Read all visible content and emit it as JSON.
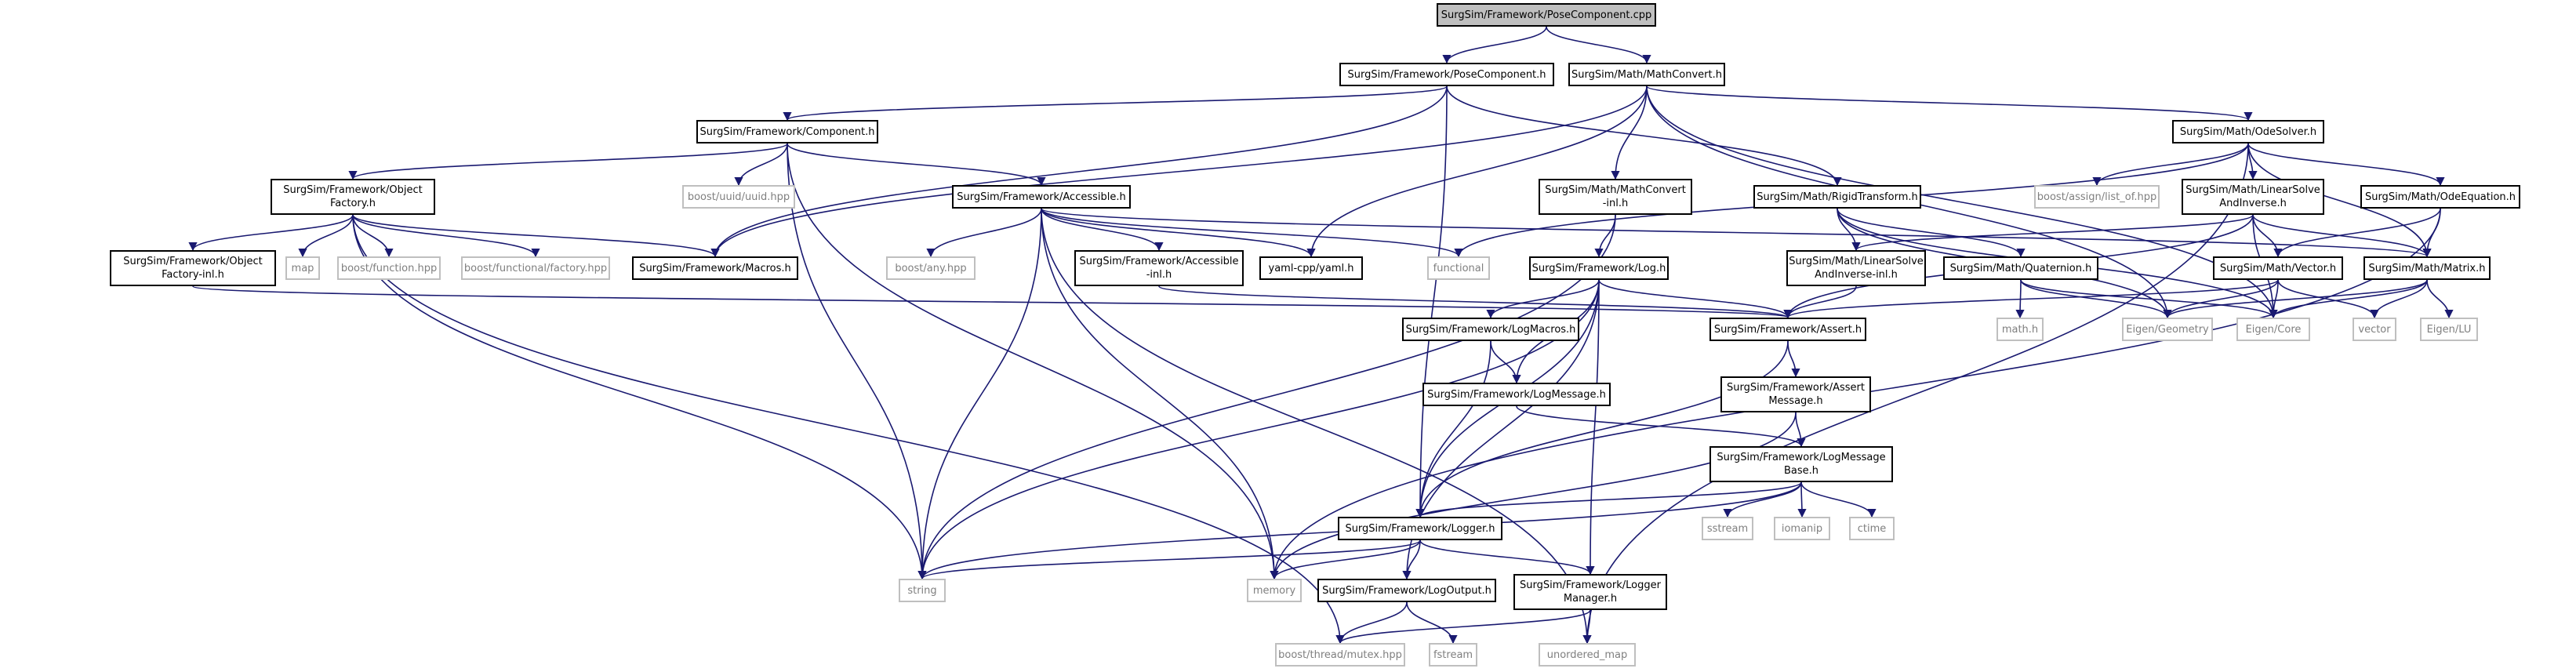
{
  "colors": {
    "edge": "#191970",
    "root_fill": "#bfbfbf",
    "external_border": "#bfbfbf",
    "external_text": "#7f7f7f"
  },
  "nodes": {
    "root": "SurgSim/Framework/PoseComponent.cpp",
    "posecomponent_h": "SurgSim/Framework/PoseComponent.h",
    "mathconvert_h": "SurgSim/Math/MathConvert.h",
    "component_h": "SurgSim/Framework/Component.h",
    "odesolver_h": "SurgSim/Math/OdeSolver.h",
    "objectfactory_h": "SurgSim/Framework/Object\nFactory.h",
    "uuid_hpp": "boost/uuid/uuid.hpp",
    "accessible_h": "SurgSim/Framework/Accessible.h",
    "mathconvert_inl_h": "SurgSim/Math/MathConvert\n-inl.h",
    "rigidtransform_h": "SurgSim/Math/RigidTransform.h",
    "assign_hpp": "boost/assign/list_of.hpp",
    "linearsolve_h": "SurgSim/Math/LinearSolve\nAndInverse.h",
    "odeequation_h": "SurgSim/Math/OdeEquation.h",
    "objectfactory_inl_h": "SurgSim/Framework/Object\nFactory-inl.h",
    "map": "map",
    "function_hpp": "boost/function.hpp",
    "factory_hpp": "boost/functional/factory.hpp",
    "macros_h": "SurgSim/Framework/Macros.h",
    "any_hpp": "boost/any.hpp",
    "accessible_inl_h": "SurgSim/Framework/Accessible\n-inl.h",
    "yaml_h": "yaml-cpp/yaml.h",
    "functional": "functional",
    "log_h": "SurgSim/Framework/Log.h",
    "linearsolve_inl_h": "SurgSim/Math/LinearSolve\nAndInverse-inl.h",
    "quaternion_h": "SurgSim/Math/Quaternion.h",
    "vector_h": "SurgSim/Math/Vector.h",
    "matrix_h": "SurgSim/Math/Matrix.h",
    "logmacros_h": "SurgSim/Framework/LogMacros.h",
    "assert_h": "SurgSim/Framework/Assert.h",
    "math_h": "math.h",
    "eigen_geometry": "Eigen/Geometry",
    "eigen_core": "Eigen/Core",
    "vector": "vector",
    "eigen_lu": "Eigen/LU",
    "logmessage_h": "SurgSim/Framework/LogMessage.h",
    "assertmessage_h": "SurgSim/Framework/Assert\nMessage.h",
    "logmessagebase_h": "SurgSim/Framework/LogMessage\nBase.h",
    "sstream": "sstream",
    "iomanip": "iomanip",
    "ctime": "ctime",
    "logger_h": "SurgSim/Framework/Logger.h",
    "string": "string",
    "memory": "memory",
    "logoutput_h": "SurgSim/Framework/LogOutput.h",
    "loggermanager_h": "SurgSim/Framework/Logger\nManager.h",
    "mutex_hpp": "boost/thread/mutex.hpp",
    "fstream": "fstream",
    "unordered_map": "unordered_map"
  }
}
